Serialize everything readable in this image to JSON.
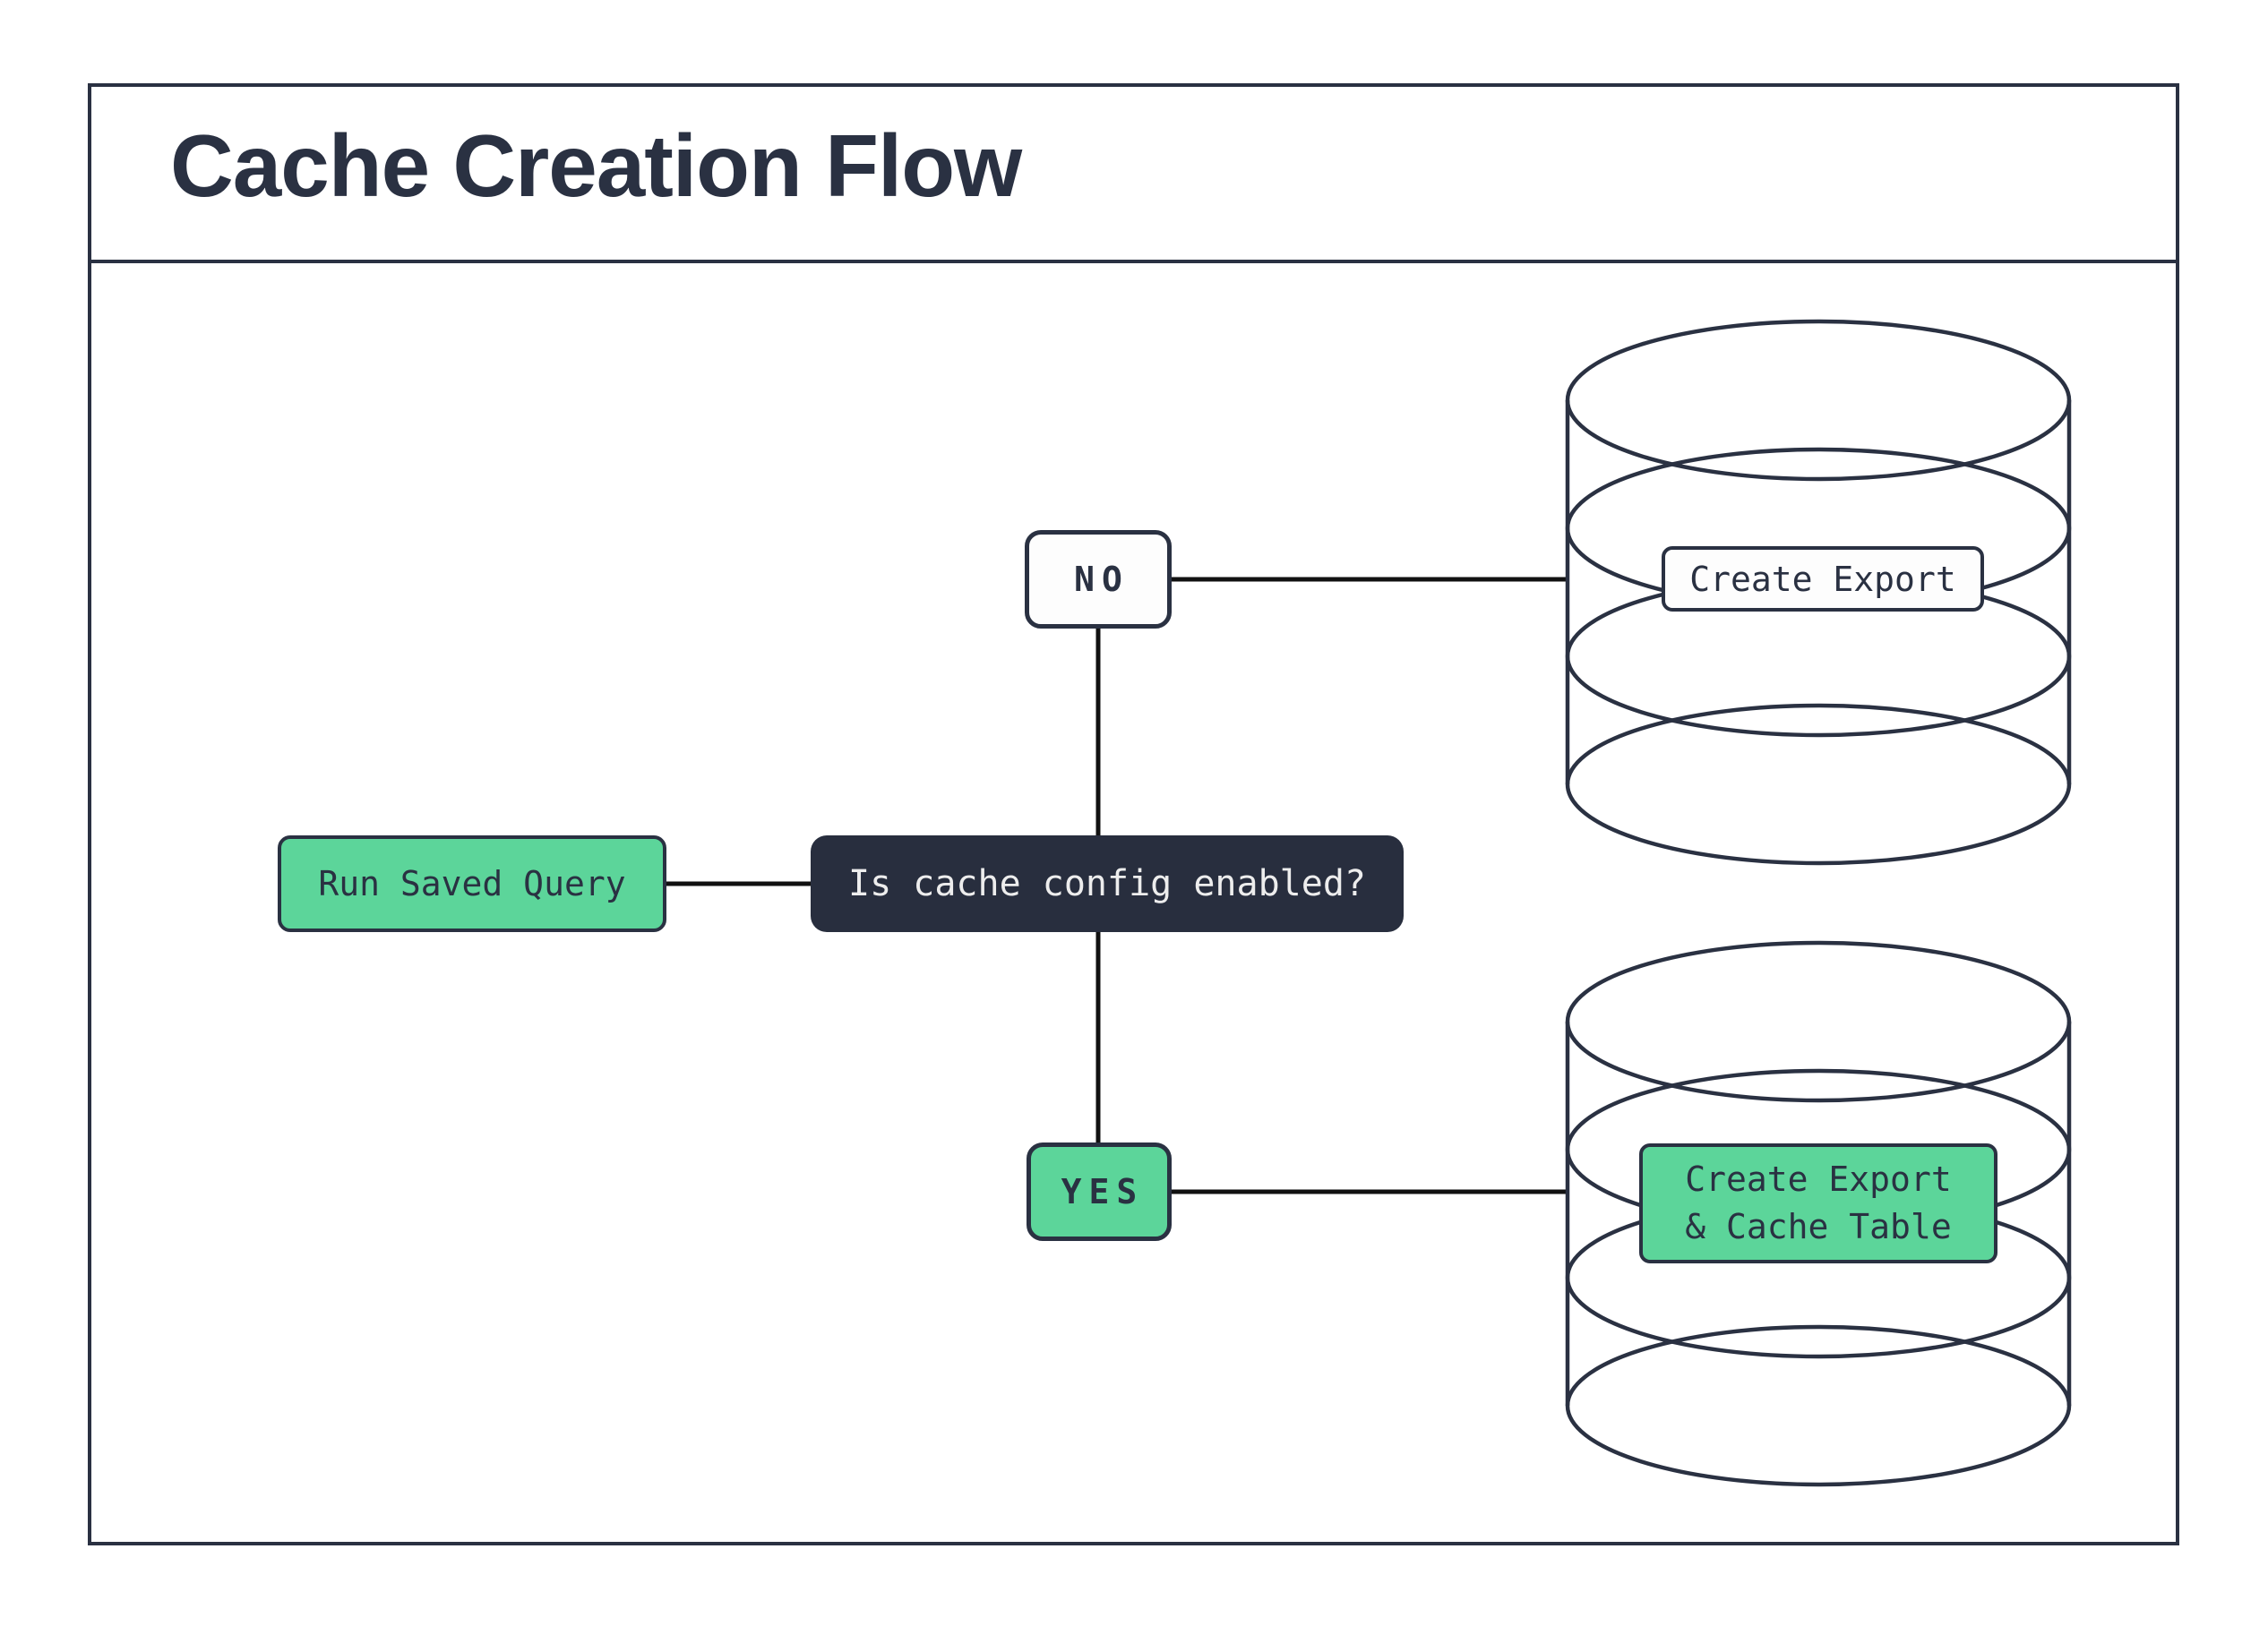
{
  "header": {
    "title": "Cache Creation Flow"
  },
  "flow": {
    "start": {
      "label": "Run Saved Query"
    },
    "decision": {
      "label": "Is cache config enabled?"
    },
    "no_branch": {
      "label": "NO",
      "result": {
        "label": "Create Export"
      }
    },
    "yes_branch": {
      "label": "YES",
      "result": {
        "lines": [
          "Create Export",
          "& Cache Table"
        ]
      }
    }
  },
  "theme": {
    "ink": "#2a3142",
    "line": "#111111",
    "green": "#5cd59a",
    "dark_fill": "#282e3e",
    "light_text": "#ededed",
    "paper": "#ffffff"
  }
}
